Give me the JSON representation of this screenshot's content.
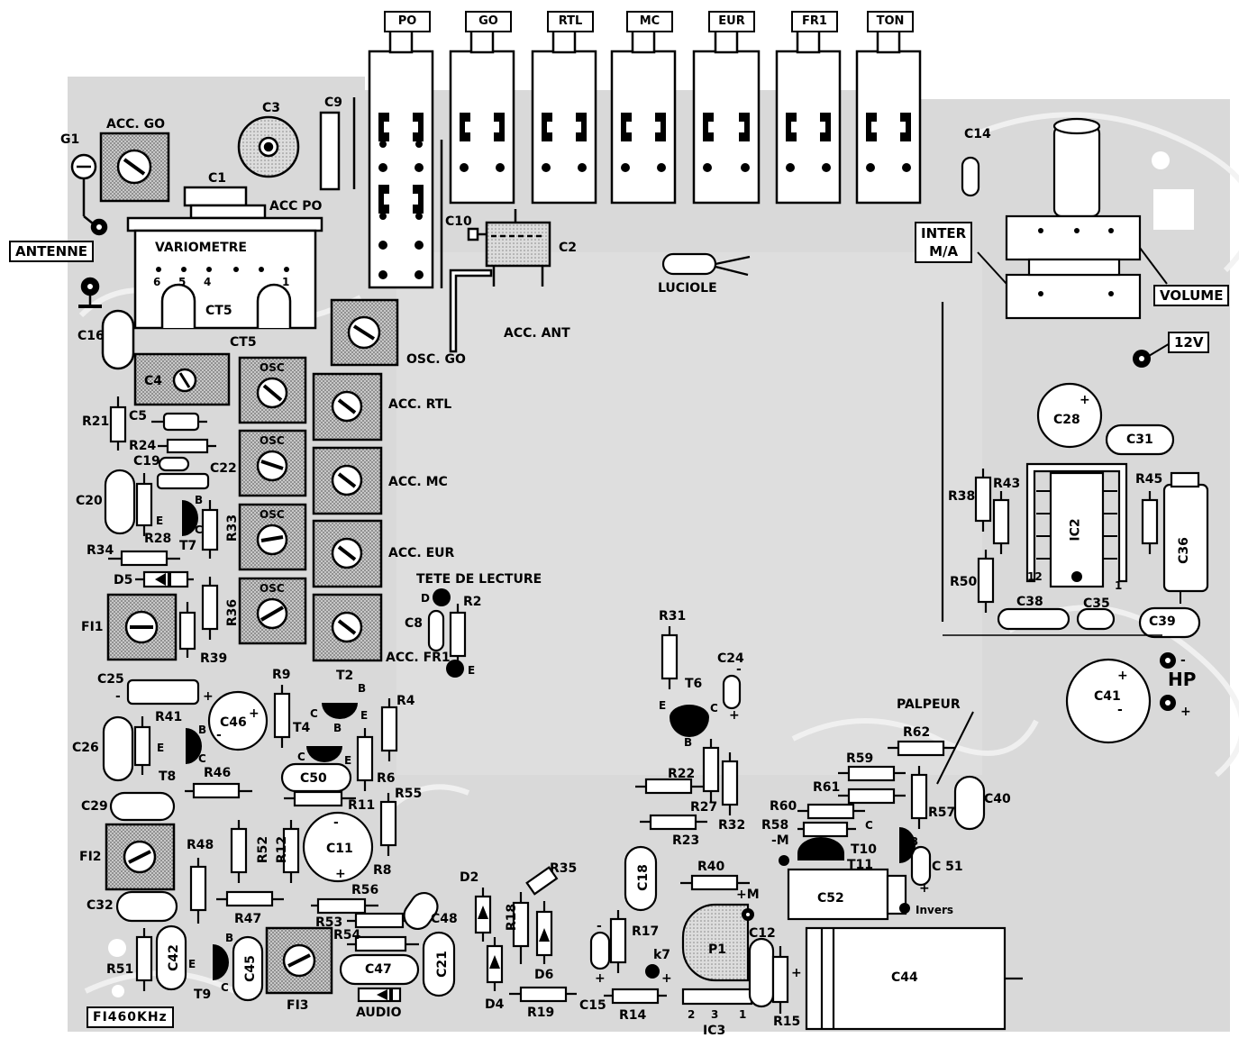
{
  "board": {
    "switch_buttons": [
      "PO",
      "GO",
      "RTL",
      "MC",
      "EUR",
      "FR1",
      "TON"
    ],
    "connectors": {
      "antenne": "ANTENNE",
      "inter": [
        "INTER",
        "M/A"
      ],
      "volume": "VOLUME",
      "supply": "12V",
      "hp": "HP",
      "fi": "FI460KHz"
    },
    "tuning": {
      "acc_go": "ACC. GO",
      "acc_po": "ACC PO",
      "variometre": "VARIOMETRE",
      "variometre_pins": [
        "6",
        "5",
        "4",
        "1"
      ],
      "osc_go": "OSC. GO",
      "acc_ant": "ACC. ANT",
      "acc_rtl": "ACC. RTL",
      "acc_mc": "ACC. MC",
      "acc_eur": "ACC. EUR",
      "acc_fr1": "ACC. FR1",
      "osc": "OSC",
      "tete_de_lecture": "TETE DE LECTURE",
      "luciole": "LUCIOLE",
      "palpeur": "PALPEUR",
      "audio": "AUDIO",
      "invers": "Invers"
    },
    "components": {
      "g1": "G1",
      "c1": "C1",
      "c3": "C3",
      "c9": "C9",
      "c10": "C10",
      "c2": "C2",
      "c14": "C14",
      "ct5_a": "CT5",
      "ct5_b": "CT5",
      "c16": "C16",
      "c4": "C4",
      "r21": "R21",
      "c5": "C5",
      "r24": "R24",
      "c19": "C19",
      "c22": "C22",
      "c20": "C20",
      "r28": "R28",
      "t7": "T7",
      "r33": "R33",
      "r34": "R34",
      "d5": "D5",
      "fi1": "FI1",
      "r39": "R39",
      "r36": "R36",
      "c25": "C25",
      "r41": "R41",
      "c46": "C46",
      "c26": "C26",
      "t8": "T8",
      "r46": "R46",
      "c29": "C29",
      "fi2": "FI2",
      "r48": "R48",
      "r52": "R52",
      "r12": "R12",
      "c32": "C32",
      "r47": "R47",
      "r51": "R51",
      "c42": "C42",
      "t9": "T9",
      "c45": "C45",
      "fi3": "FI3",
      "r9": "R9",
      "t2": "T2",
      "t4": "T4",
      "r4": "R4",
      "r6": "R6",
      "c50": "C50",
      "r11": "R11",
      "r55": "R55",
      "c11": "C11",
      "r8": "R8",
      "r56": "R56",
      "r53": "R53",
      "r54": "R54",
      "c48": "C48",
      "c47": "C47",
      "c21": "C21",
      "c8": "C8",
      "r2": "R2",
      "d2": "D2",
      "r18": "R18",
      "r35": "R35",
      "d6": "D6",
      "d4": "D4",
      "r19": "R19",
      "c15": "C15",
      "r14": "R14",
      "r17": "R17",
      "k7": "k7",
      "p1": "P1",
      "ic3": "IC3",
      "c12": "C12",
      "r15": "R15",
      "c44": "C44",
      "r31": "R31",
      "c24": "C24",
      "t6": "T6",
      "r22": "R22",
      "r27": "R27",
      "r32": "R32",
      "r23": "R23",
      "c18": "C18",
      "r40": "R40",
      "c52": "C52",
      "r60": "R60",
      "r58": "R58",
      "t10": "T10",
      "t11": "T11",
      "r61": "R61",
      "r59": "R59",
      "r62": "R62",
      "r57": "R57",
      "c40": "C40",
      "c51": "C 51",
      "c28": "C28",
      "c31": "C31",
      "r38": "R38",
      "r43": "R43",
      "ic2": "IC2",
      "r45": "R45",
      "c36": "C36",
      "r50": "R50",
      "c38": "C38",
      "c35": "C35",
      "c39": "C39",
      "c41": "C41"
    },
    "pin_marks": {
      "b": "B",
      "c": "C",
      "e": "E",
      "d": "D",
      "plus": "+",
      "minus": "-",
      "m_plus": "+M",
      "m_minus": "-M",
      "ic2_12": "12",
      "ic2_1": "1",
      "ic3_pins": [
        "2",
        "3",
        "1"
      ]
    }
  }
}
